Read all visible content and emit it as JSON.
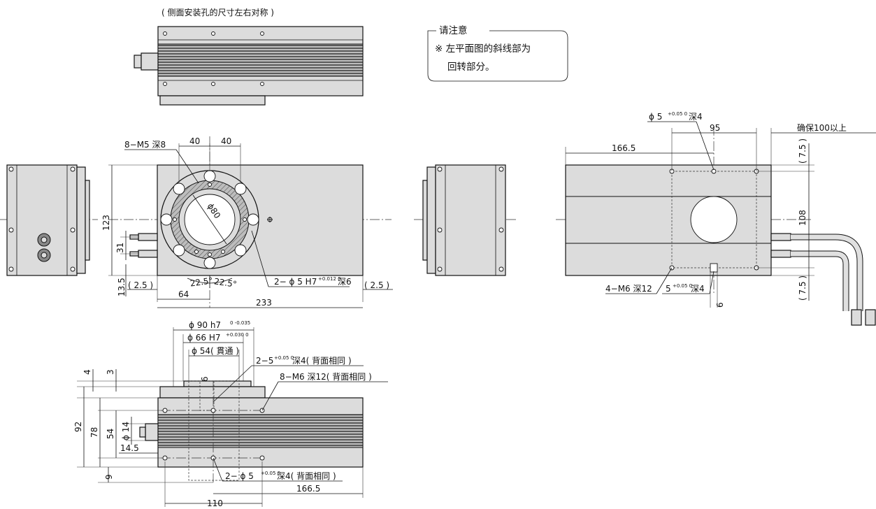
{
  "side_view_caption": "( 侧面安装孔的尺寸左右对称 )",
  "note": {
    "title": "请注意",
    "line1": "※ 左平面图的斜线部为",
    "line2": "回转部分。"
  },
  "front_view": {
    "hole_callout": "8−M5 深8",
    "dim_pitch_left": "40",
    "dim_pitch_right": "40",
    "dim_dia": "ϕ80",
    "dim_height": "123",
    "dim_cable_pitch": "31",
    "dim_bottom_offset": "13.5",
    "dim_left_margin": "( 2.5 )",
    "dim_right_margin": "( 2.5 )",
    "dim_center_x": "64",
    "dim_width": "233",
    "angle_left": "22.5°",
    "angle_right": "22.5°",
    "pin_callout_main": "2− ϕ 5 H7",
    "pin_callout_tol": "+0.012 0",
    "pin_callout_depth": "深6"
  },
  "back_view": {
    "hole_callout_main": "ϕ 5",
    "hole_callout_tol": "+0.05 0",
    "hole_callout_depth": "深4",
    "dim_pitch": "95",
    "dim_offset": "166.5",
    "clearance": "确保100以上",
    "dim_top_margin": "( 7.5 )",
    "dim_height": "108",
    "dim_bottom_margin": "( 7.5 )",
    "m6_callout": "4−M6 深12",
    "slot_callout_main": "5",
    "slot_callout_tol": "+0.05 0",
    "slot_callout_depth": "深4",
    "dim_slot": "6"
  },
  "top_view": {
    "dia90_main": "ϕ 90 h7",
    "dia90_tol": "0 -0.035",
    "dia66_main": "ϕ 66 H7",
    "dia66_tol": "+0.030 0",
    "dia54": "ϕ 54( 貫通 )",
    "slot_main": "2−5",
    "slot_tol": "+0.05 0",
    "slot_depth": "深4( 背面相同 )",
    "m6_callout": "8−M6 深12( 背面相同 )",
    "dim_4": "4",
    "dim_3": "3",
    "dim_6": "6",
    "dim_92": "92",
    "dim_78": "78",
    "dim_54": "54",
    "dim_14": "ϕ 14",
    "dim_145": "14.5",
    "dim_9": "9",
    "pin_main": "2− ϕ 5",
    "pin_tol": "+0.05 0",
    "pin_depth": "深4( 背面相同 )",
    "dim_1665": "166.5",
    "dim_110": "110"
  }
}
